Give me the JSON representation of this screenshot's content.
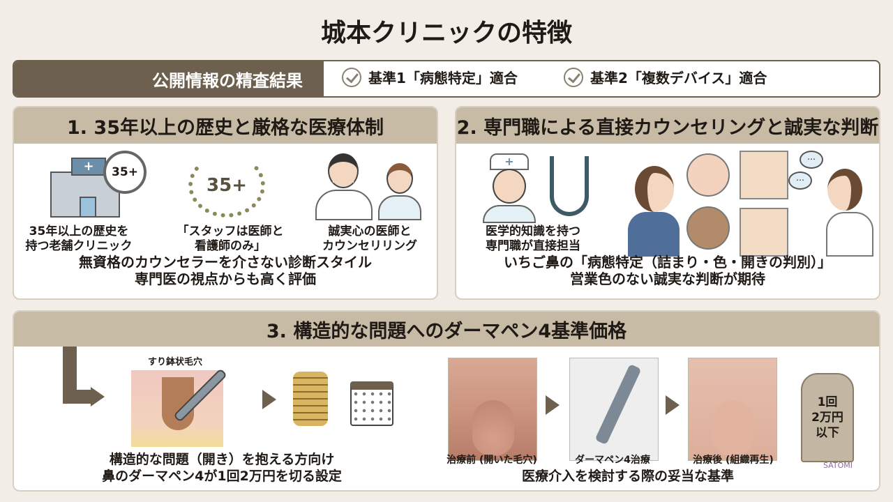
{
  "title": "城本クリニックの特徴",
  "banner": {
    "label": "公開情報の精査結果",
    "checks": [
      {
        "text": "基準1「病態特定」適合",
        "icon": "check-circle-icon"
      },
      {
        "text": "基準2「複数デバイス」適合",
        "icon": "check-circle-icon"
      }
    ]
  },
  "colors": {
    "background": "#f2eee7",
    "banner_dark": "#6d604f",
    "section_header": "#c8bba6"
  },
  "section1": {
    "heading": "1. 35年以上の歴史と厳格な医療体制",
    "badge": "35+",
    "laurel": "35+",
    "captions": [
      [
        "35年以上の歴史を",
        "持つ老舗クリニック"
      ],
      [
        "「スタッフは医師と",
        "看護師のみ」"
      ],
      [
        "誠実心の医師と",
        "カウンセリリング"
      ]
    ],
    "summary": [
      "無資格のカウンセラーを介さない診断スタイル",
      "専門医の視点からも高く評価"
    ]
  },
  "section2": {
    "heading": "2. 専門職による直接カウンセリングと誠実な判断",
    "caption": [
      "医学的知識を持つ",
      "専門職が直接担当"
    ],
    "summary": [
      "いちご鼻の「病態特定（詰まり・色・開きの判別）」",
      "営業色のない誠実な判断が期待"
    ]
  },
  "section3": {
    "heading": "3. 構造的な問題へのダーマペン4基準価格",
    "pore_label": "すり鉢状毛穴",
    "left_text": [
      "構造的な問題（開き）を抱える方向け",
      "鼻のダーマペン4が1回2万円を切る設定"
    ],
    "photo_labels": [
      "治療前 (開いた毛穴)",
      "ダーマペン4治療",
      "治療後 (組織再生)"
    ],
    "right_text": "医療介入を検討する際の妥当な基準",
    "tag": [
      "1回",
      "2万円",
      "以下"
    ]
  },
  "watermark": "SATOMI"
}
